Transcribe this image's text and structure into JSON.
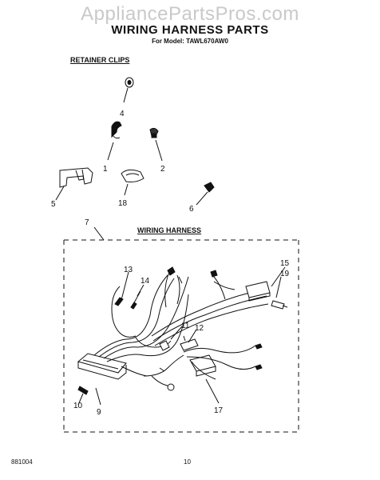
{
  "watermark": "AppliancePartsPros.com",
  "title": "WIRING HARNESS PARTS",
  "subtitle": "For Model: TAWL670AW0",
  "sections": {
    "retainer_clips": "RETAINER CLIPS",
    "wiring_harness": "WIRING HARNESS"
  },
  "callouts": [
    "4",
    "1",
    "2",
    "5",
    "18",
    "6",
    "7",
    "13",
    "14",
    "15",
    "19",
    "11",
    "12",
    "10",
    "9",
    "17"
  ],
  "footer": {
    "code": "881004",
    "page": "10"
  }
}
